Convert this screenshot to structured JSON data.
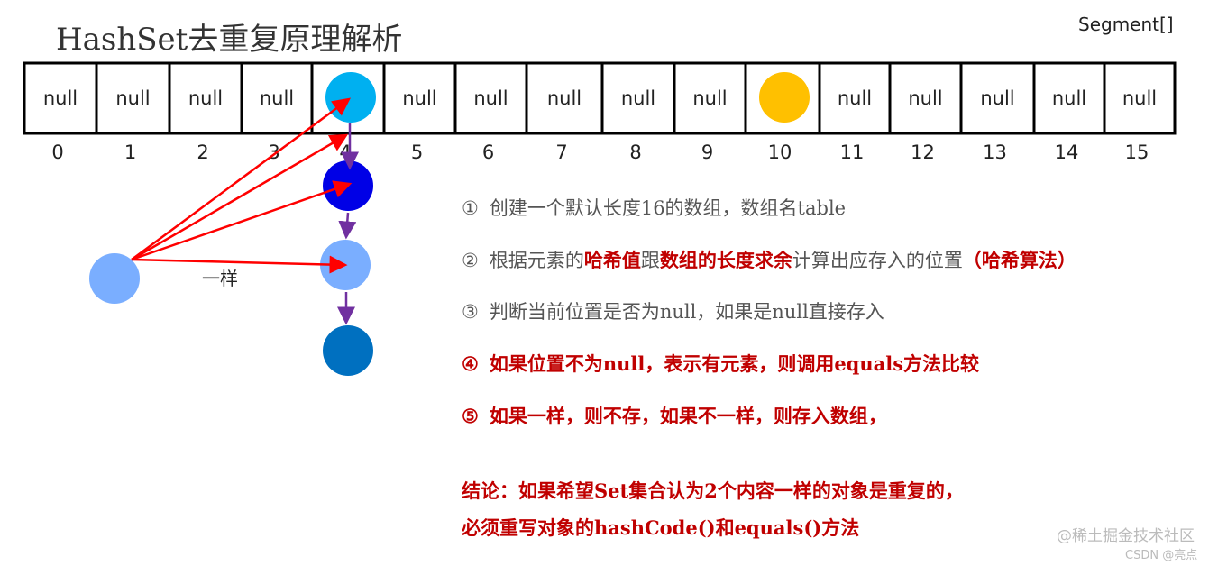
{
  "title": "HashSet去重复原理解析",
  "segment_label": "Segment[]",
  "cells": [
    "null",
    "null",
    "null",
    "null",
    "",
    "null",
    "null",
    "null",
    "null",
    "null",
    "",
    "null",
    "null",
    "null",
    "null",
    "null"
  ],
  "indices": [
    "0",
    "1",
    "2",
    "3",
    "4",
    "5",
    "6",
    "7",
    "8",
    "9",
    "10",
    "11",
    "12",
    "13",
    "14",
    "15"
  ],
  "same_label": "一样",
  "colors": {
    "cyan": "#00b0f0",
    "blue": "#0000e6",
    "light_blue": "#7aaeff",
    "dark_blue": "#0070c0",
    "yellow": "#ffc000",
    "arrow_red": "#ff0000",
    "arrow_purple": "#7030a0",
    "emphasis": "#c00000"
  },
  "steps": [
    {
      "num": "①",
      "parts": [
        {
          "t": "创建一个默认长度16的数组，数组名table",
          "red": false
        }
      ]
    },
    {
      "num": "②",
      "parts": [
        {
          "t": "根据元素的",
          "red": false
        },
        {
          "t": "哈希值",
          "red": true
        },
        {
          "t": "跟",
          "red": false
        },
        {
          "t": "数组的长度求余",
          "red": true
        },
        {
          "t": "计算出应存入的位置",
          "red": false
        },
        {
          "t": "（哈希算法）",
          "red": true
        }
      ]
    },
    {
      "num": "③",
      "parts": [
        {
          "t": "判断当前位置是否为null，如果是null直接存入",
          "red": false
        }
      ]
    },
    {
      "num": "④",
      "parts": [
        {
          "t": "如果位置不为null，表示有元素，则调用equals方法比较",
          "red": true
        }
      ]
    },
    {
      "num": "⑤",
      "parts": [
        {
          "t": "如果一样，则不存，如果不一样，则存入数组，",
          "red": true
        }
      ]
    }
  ],
  "conclusion": [
    "结论：如果希望Set集合认为2个内容一样的对象是重复的，",
    "必须重写对象的hashCode()和equals()方法"
  ],
  "watermarks": [
    "@稀土掘金技术社区",
    "CSDN @亮点"
  ]
}
